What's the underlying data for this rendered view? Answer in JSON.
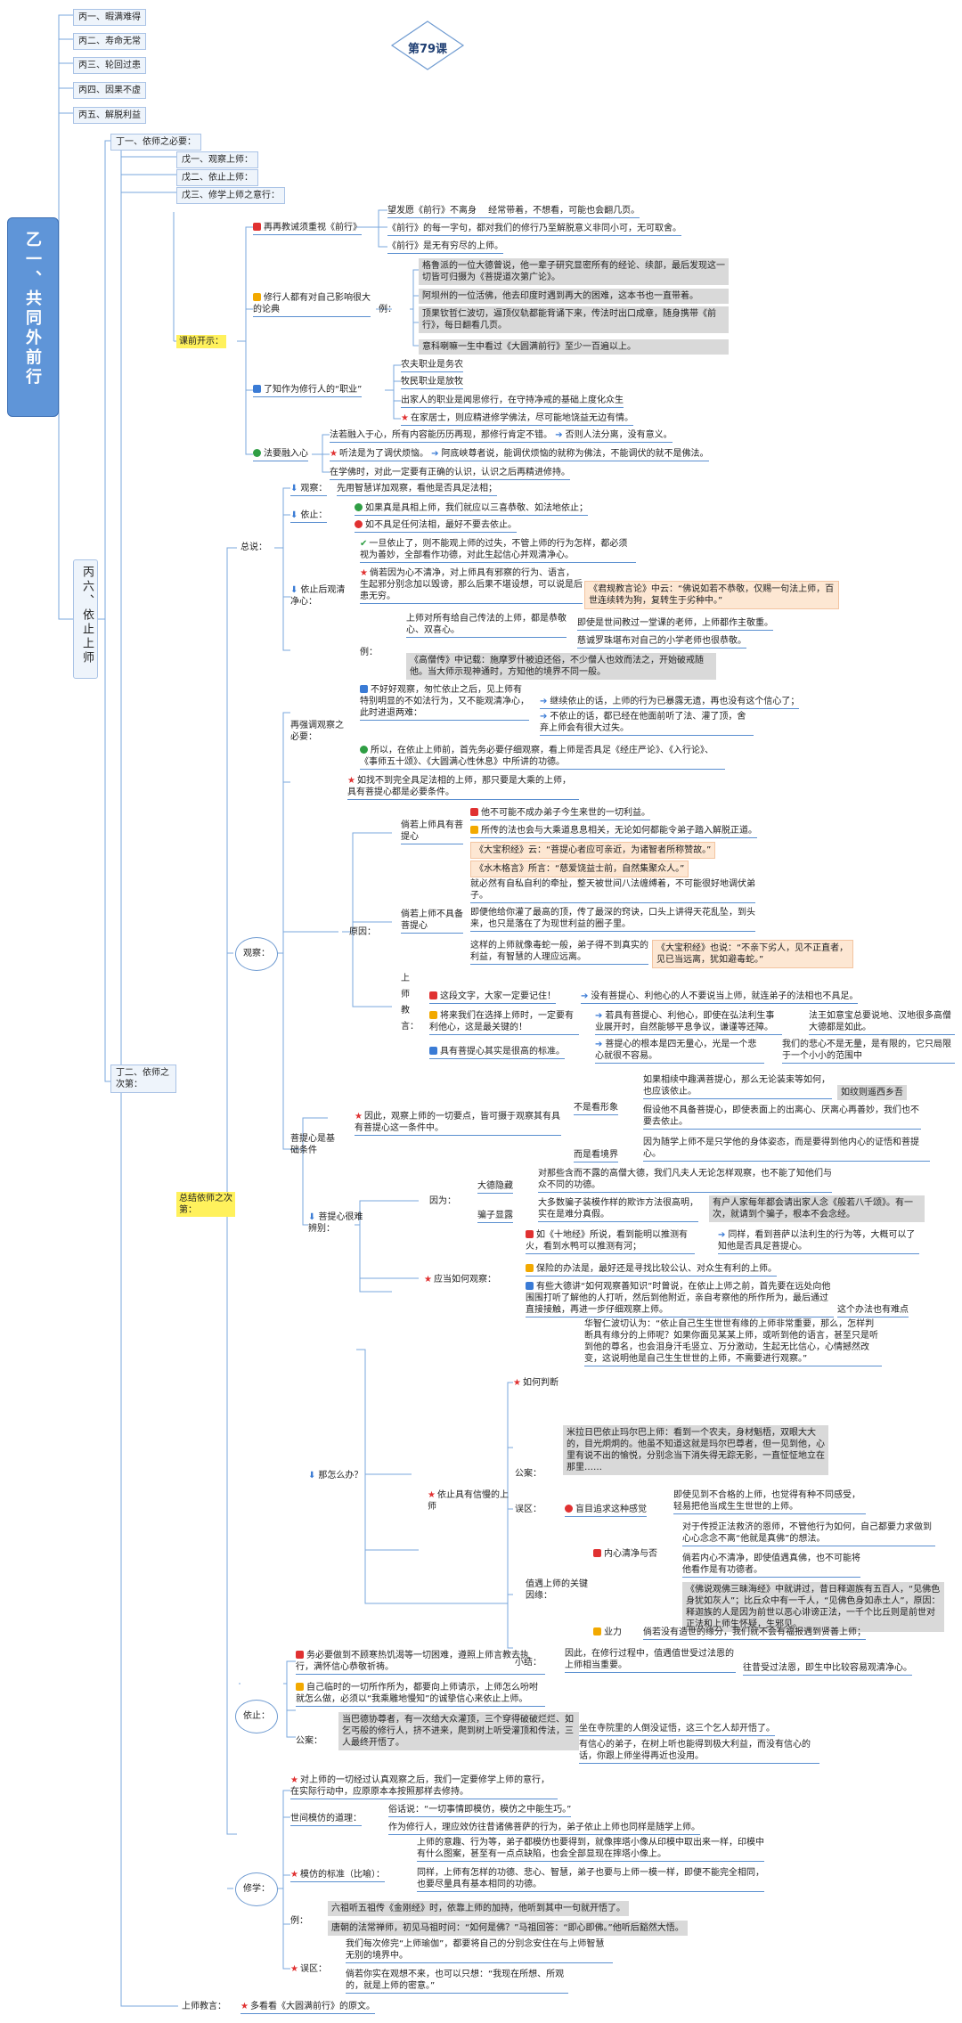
{
  "lesson_title": "第79课",
  "root": "乙一、共同外前行",
  "preamble_items": [
    "丙一、暇满难得",
    "丙二、寿命无常",
    "丙三、轮回过患",
    "丙四、因果不虚",
    "丙五、解脱利益"
  ],
  "bing6": "丙六、依止上师",
  "ding1": "丁一、依师之必要：",
  "ding2": "丁二、依师之次第：",
  "wu_items": [
    "戊一、观察上师：",
    "戊二、依止上师：",
    "戊三、修学上师之意行："
  ],
  "kaijiang": "课前开示：",
  "zongjie": "总结依师之次第：",
  "s1": {
    "head": "再再教诫须重视《前行》",
    "items": [
      "望发愿《前行》不离身　 经常带着，不想看，可能也会翻几页。",
      "《前行》的每一字句，都对我们的修行乃至解脱意义非同小可，无可取舍。",
      "《前行》是无有穷尽的上师。"
    ]
  },
  "s2": {
    "head": "修行人都有对自己影响很大的论典",
    "eg": "例：",
    "items": [
      "格鲁派的一位大德曾说，他一辈子研究显密所有的经论、续部，最后发现这一切皆可归摄为《菩提道次第广论》。",
      "阿坝州的一位活佛，他去印度时遇到再大的困难，这本书也一直带着。",
      "顶果钦哲仁波切，逼顶仪轨都能背诵下来，传法时出口成章，随身携带《前行》，每日翻看几页。",
      "意科喇嘛一生中看过《大圆满前行》至少一百遍以上。"
    ]
  },
  "s3": {
    "head": "了知作为修行人的“职业”",
    "items": [
      "农夫职业是务农",
      "牧民职业是放牧",
      "出家人的职业是闻思修行，在守持净戒的基础上度化众生",
      "在家居士，则应精进修学佛法，尽可能地饶益无边有情。"
    ]
  },
  "s4": {
    "head": "法要融入心",
    "l1": "法若融入于心，所有内容能历历再现，那修行肯定不错。",
    "l1b": "否则人法分离，没有意义。",
    "l2": "听法是为了调伏烦恼。",
    "l2b": "阿底峡尊者说，能调伏烦恼的就称为佛法，不能调伏的就不是佛法。",
    "l3": "在学佛时，对此一定要有正确的认识，认识之后再精进修持。"
  },
  "zongshuo": {
    "label": "总说：",
    "guancha": "观察：",
    "guancha_t": "先用智慧详加观察，看他是否具足法相；",
    "yizhi": "依止：",
    "yizhi_a": "如果真是具相上师，我们就应以三喜恭敬、如法地依止；",
    "yizhi_b": "如不具足任何法相，最好不要去依止。",
    "hou": "依止后观清净心：",
    "hou_a": "一旦依止了，则不能观上师的过失，不管上师的行为怎样，都必须视为善妙，全部看作功德，对此生起信心并观清净心。",
    "hou_b": "倘若因为心不清净，对上师具有邪察的行为、语言，生起邪分别念加以毁谤，那么后果不堪设想，可以说是后患无穷。",
    "hou_b2": "《君规教言论》中云：“佛说如若不恭敬，仅赐一句法上师，百世连续转为狗，复转生于劣种中。”",
    "li": "例：",
    "li_a": "上师对所有给自己传法的上师，都是恭敬心、双喜心。",
    "li_b": "即使是世间教过一堂课的老师，上师都作主敬重。",
    "li_c": "慈诚罗珠堪布对自己的小学老师也很恭敬。",
    "li_d": "《高僧传》中记载：施摩罗什被迫还俗，不少僧人也效而法之，开始破戒随他。当大师示现神通时，方知他的境界不同一般。"
  },
  "bixu": {
    "label": "再强调观察之必要：",
    "a": "不好好观察，匆忙依止之后，见上师有特别明显的不如法行为，又不能观清净心，此时进退两难：",
    "a1": "继续依止的话，上师的行为已暴露无遗，再也没有这个信心了；",
    "a2": "不依止的话，都已经在他面前听了法、灌了顶，舍弃上师会有很大过失。",
    "b": "所以，在依止上师前，首先务必要仔细观察，看上师是否具足《经庄严论》、《入行论》、《事师五十颂》、《大圆满心性休息》中所讲的功德。"
  },
  "guancha2": "观察：",
  "rubu": "如找不到完全具足法相的上师，那只要是大乘的上师，具有菩提心都是必要条件。",
  "yuanyin": {
    "label": "原因：",
    "w1": "倘若上师具有菩提心",
    "w1a": "他不可能不成办弟子今生来世的一切利益。",
    "w1b": "所传的法也会与大乘道息息相关，无论如何都能令弟子踏入解脱正道。",
    "w1c": "《大宝积经》云：“菩提心者应可亲近，为诸智者所称赞故。”",
    "w1d": "《水木格言》所言：“慈爱饶益士前，自然集聚众人。”",
    "w2": "倘若上师不具备菩提心",
    "w2a": "就必然有自私自利的牵扯，整天被世间八法缠缚着，不可能很好地调伏弟子。",
    "w2b": "即便他给你灌了最高的顶，传了最深的窍诀，口头上讲得天花乱坠，到头来，也只是落在了为现世利益的圈子里。",
    "w2c": "这样的上师就像毒蛇一般，弟子得不到真实的利益，有智慧的人理应远离。",
    "w2d": "《大宝积经》也说：“不亲下劣人，见不正直者，见已当远离，犹如避毒蛇。”",
    "w3": "上师教言：",
    "w3a": "这段文字，大家一定要记住！",
    "w3a2": "没有菩提心、利他心的人不要说当上师，就连弟子的法相也不具足。",
    "w3b": "将来我们在选择上师时，一定要有利他心，这是最关键的！",
    "w3b2": "若具有菩提心、利他心，即使在弘法利生事业展开时，自然能够平息争议，谦谨等还障。",
    "w3b3": "法王如意宝总要说地、汉地很多高僧大德都是如此。",
    "w3c": "具有菩提心其实是很高的标准。",
    "w3c2": "菩提心的根本是四无量心，光是一个悲心就很不容易。",
    "w3c3": "我们的悲心不是无量，是有限的，它只局限于一个小小的范围中"
  },
  "jichu": {
    "label": "菩提心是基础条件",
    "a": "因此，观察上师的一切要点，皆可摄于观察其有具有菩提心这一条件中。",
    "b": "不是看形象",
    "b1": "如果相续中趣满菩提心，那么无论装束等如何，也应该依止。",
    "b1x": "如纹则遥西乡吾",
    "b2": "假设他不具备菩提心，即使表面上的出离心、厌离心再善妙，我们也不要去依止。",
    "c": "而是看境界",
    "c1": "因为随学上师不是只学他的身体姿态，而是要得到他内心的证悟和菩提心。"
  },
  "nanbian": {
    "label": "菩提心很难辨别：",
    "yinwei": "因为：",
    "a": "大德隐藏",
    "a1": "对那些含而不露的高僧大德，我们凡夫人无论怎样观察，也不能了知他们与众不同的功德。",
    "b": "骗子显露",
    "b1": "大多数骗子装模作样的欺诈方法很高明，实在是难分真假。",
    "b2": "有户人家每年都会请出家人念《般若八千颂》。有一次，就请到个骗子，根本不会念经。",
    "c": "应当如何观察：",
    "c1": "如《十地经》所说，看到能明以推测有火，看到水鸭可以推测有河；",
    "c1b": "同样，看到菩萨以法利生的行为等，大概可以了知他是否具足菩提心。",
    "c2": "保险的办法是，最好还是寻找比较公认、对众生有利的上师。",
    "c3": "有些大德讲“如何观察善知识”时曾说，在依止上师之前，首先要在远处向他围围打听了解他的人打听，然后到他附近，亲自考察他的所作所为，最后通过直接接触，再进一步仔细观察上师。",
    "c3b": "这个办法也有难点"
  },
  "zenme": {
    "label": "那怎么办？",
    "l2": "依止具有信慢的上师",
    "pan": "如何判断",
    "pan_t": "华智仁波切认为：“依止自己生生世世有缘的上师非常重要，那么，怎样判断具有缘分的上师呢？如果你面见某某上师，或听到他的语言，甚至只是听到他的尊名，也会泪身汗毛竖立、万分激动，生起无比信心，心情撼然改变，这说明他是自己生生世世的上师，不需要进行观察。”",
    "gong": "公案：",
    "gong_t": "米拉日巴依止玛尔巴上师：看到一个农夫，身材魁梧，双眼大大的，目光炯炯的。他虽不知道这就是玛尔巴尊者，但一见到他，心里有说不出的愉悦，分别念当下消失得无踪无影，一直怔怔地立在那里……",
    "wu": "误区：",
    "wu_a": "盲目追求这种感觉",
    "wu_b": "即使见到不合格的上师，也觉得有种不同感受，轻易把他当成生生世世的上师。",
    "yu": "值遇上师的关键因缘：",
    "yu1": "内心清净与否",
    "yu1a": "对于传授正法救济的恩师，不管他行为如何，自己都要力求做到心心念念不离“他就是真佛”的想法。",
    "yu1b": "倘若内心不清净，即使值遇真佛，也不可能将他看作是有功德者。",
    "yu1c": "《佛说观佛三昧海经》中就讲过，昔日释迦族有五百人，“见佛色身犹如灰人”；比丘众中有一千人，“见佛色身如赤土人”，原因：释迦族的人是因为前世以恶心诽谤正法，一千个比丘则是前世对正法和上师生怀疑，生邪见。",
    "yu2": "业力",
    "yu2a": "倘若没有造世的缘分，我们就不会有福报遇到贤善上师；",
    "xj": "小结：",
    "xj_a": "因此，在修行过程中，值遇值世受过法恩的上师相当重要。",
    "xj_b": "往昔受过法恩，即生中比较容易观清净心。"
  },
  "yizhi3": {
    "label": "依止：",
    "a": "务必要做到不顾寒热饥渴等一切困难，遵照上师言教去执行，满怀信心恭敬祈祷。",
    "b": "自己临时的一切所作所为，都要向上师请示，上师怎么吩咐就怎么做，必须以“我乘雕地慢知”的诚挚信心来依止上师。",
    "gong": "公案：",
    "gong_t": "当巴德协尊者，有一次给大众灌顶，三个穿得破破烂烂、如乞丐般的修行人，挤不进来，爬到树上听受灌顶和传法，三人最终开悟了。",
    "gong_b": "坐在寺院里的人倒没证悟，这三个乞人却开悟了。",
    "gong_c": "有信心的弟子，在树上听也能得到极大利益，而没有信心的话，你跟上师坐得再近也没用。"
  },
  "xiuxue": {
    "label": "修学：",
    "a": "对上师的一切经过认真观察之后，我们一定要修学上师的意行，在实际行动中，应原原本本按照那样去修持。",
    "b": "世间模仿的道理：",
    "b1": "俗话说：“一切事情即模仿，模仿之中能生巧。”",
    "b2": "作为修行人，理应效仿往昔诸佛菩萨的行为，弟子依止上师也同样是随学上师。",
    "c": "模仿的标准（比喻）：",
    "c1": "上师的意趣、行为等，弟子都模仿也要得到，就像摔塔小像从印模中取出来一样，印模中有什么图案，甚至有一点点缺陷，也会全部显现在摔塔小像上。",
    "c2": "同样，上师有怎样的功德、悲心、智慧，弟子也要与上师一模一样，即便不能完全相同，也要尽量具有基本相同的功德。",
    "li": "例：",
    "li1": "六祖听五祖传《金刚经》时，依靠上师的加持，他听到其中一句就开悟了。",
    "li2": "唐朝的法常禅师，初见马祖时问：“如何是佛？”马祖回答：“即心即佛。”他听后豁然大悟。",
    "wu": "误区：",
    "wu_a": "我们每次修完“上师瑜伽”，都要将自己的分别念安住在与上师智慧无别的境界中。",
    "wu_b": "倘若你实在观想不来，也可以只想：“我现在所想、所观的，就是上师的密意。”"
  },
  "jiaoyan": "上师教言：",
  "jiaoyan_t": "多看看《大圆满前行》的原文。"
}
